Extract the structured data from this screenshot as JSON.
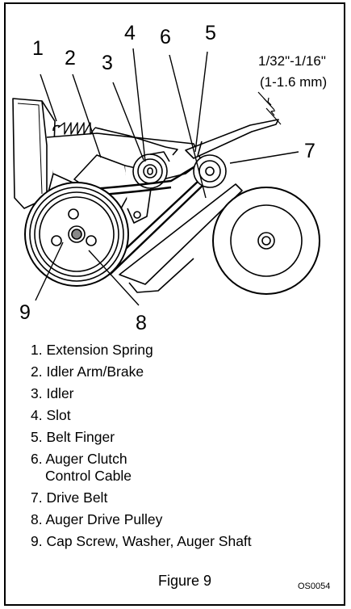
{
  "callouts": [
    "1",
    "2",
    "3",
    "4",
    "5",
    "6",
    "7",
    "8",
    "9"
  ],
  "dimension": {
    "inch": "1/32\"-1/16\"",
    "mm": "(1-1.6 mm)"
  },
  "legend": [
    {
      "text": "1. Extension Spring"
    },
    {
      "text": "2. Idler Arm/Brake"
    },
    {
      "text": "3. Idler"
    },
    {
      "text": "4. Slot"
    },
    {
      "text": "5. Belt Finger"
    },
    {
      "text": "6. Auger Clutch",
      "cont": "Control Cable"
    },
    {
      "text": "7. Drive Belt"
    },
    {
      "text": "8. Auger Drive Pulley"
    },
    {
      "text": "9. Cap Screw, Washer, Auger Shaft"
    }
  ],
  "figure_caption": "Figure 9",
  "figure_code": "OS0054"
}
